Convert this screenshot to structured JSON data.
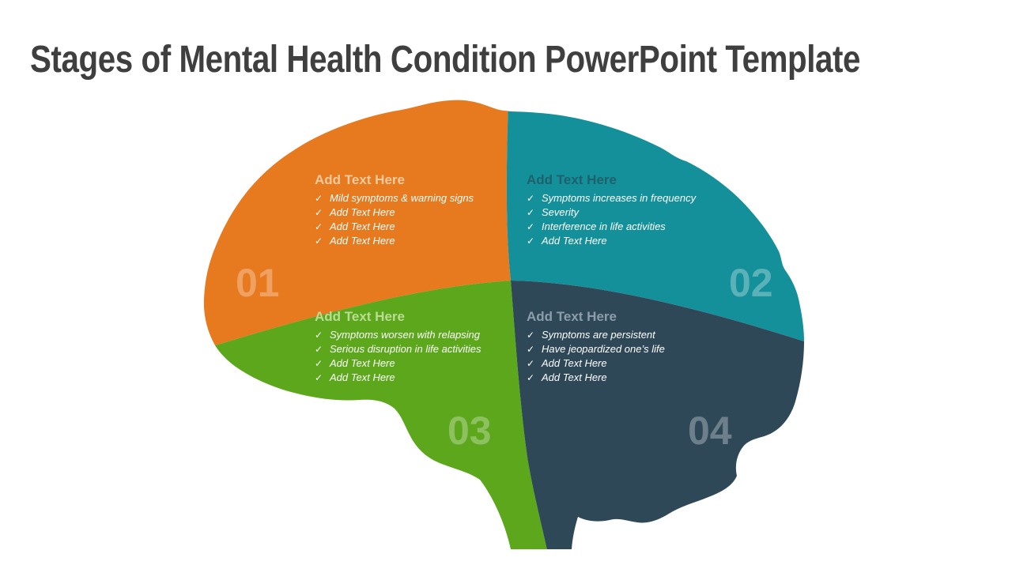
{
  "slide": {
    "title": "Stages of Mental Health Condition PowerPoint Template"
  },
  "colors": {
    "title": "#3F3F3F",
    "section01": "#E7791E",
    "section02": "#14909A",
    "section03": "#5CA71C",
    "section04": "#2F4858",
    "heading01": "#F6CA9C",
    "heading02": "#1E616D",
    "heading03": "#BADC94",
    "heading04": "#8C9DAB",
    "bullet_text": "#FFFFFF",
    "number_overlay": "rgba(255,255,255,0.30)"
  },
  "checkmark": "✓",
  "sections": [
    {
      "number": "01",
      "heading": "Add Text Here",
      "bullets": [
        "Mild symptoms & warning signs",
        "Add Text Here",
        "Add Text Here",
        "Add Text Here"
      ]
    },
    {
      "number": "02",
      "heading": "Add Text Here",
      "bullets": [
        "Symptoms increases in frequency",
        "Severity",
        "Interference in life activities",
        "Add Text Here"
      ]
    },
    {
      "number": "03",
      "heading": "Add Text Here",
      "bullets": [
        "Symptoms worsen with relapsing",
        "Serious disruption in life activities",
        "Add Text Here",
        "Add Text Here"
      ]
    },
    {
      "number": "04",
      "heading": "Add Text Here",
      "bullets": [
        "Symptoms are persistent",
        "Have jeopardized one’s life",
        "Add Text Here",
        "Add Text Here"
      ]
    }
  ]
}
